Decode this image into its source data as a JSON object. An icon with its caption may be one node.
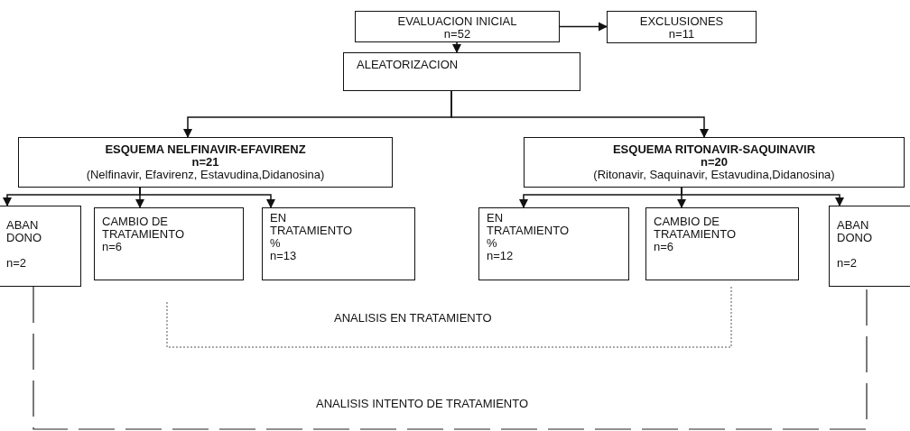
{
  "diagram": {
    "nodes": [
      {
        "text": [
          "EVALUACION INICIAL",
          "n=52"
        ]
      },
      {
        "text": [
          "EXCLUSIONES",
          "n=11"
        ]
      },
      {
        "text": [
          "ALEATORIZACION"
        ]
      },
      {
        "text": [
          "ESQUEMA NELFINAVIR-EFAVIRENZ",
          "n=21",
          "(Nelfinavir, Efavirenz, Estavudina,Didanosina)"
        ]
      },
      {
        "text": [
          "ESQUEMA RITONAVIR-SAQUINAVIR",
          "n=20",
          "(Ritonavir, Saquinavir, Estavudina,Didanosina)"
        ]
      },
      {
        "text": [
          "ABAN DONO",
          "n=2"
        ]
      },
      {
        "text": [
          "CAMBIO DE TRATAMIENTO",
          "n=6"
        ]
      },
      {
        "text": [
          "EN TRATAMIENTO %",
          "n=13"
        ]
      },
      {
        "text": [
          "EN TRATAMIENTO %",
          "n=12"
        ]
      },
      {
        "text": [
          "CAMBIO DE TRATAMIENTO",
          "n=6"
        ]
      },
      {
        "text": [
          "ABAN DONO",
          "n=2"
        ]
      }
    ],
    "edges": [
      {
        "from": 0,
        "to": 1,
        "arrow": "to"
      },
      {
        "from": 0,
        "to": 2,
        "arrow": "to"
      },
      {
        "from": 2,
        "to": 3,
        "arrow": "to"
      },
      {
        "from": 2,
        "to": 4,
        "arrow": "to"
      },
      {
        "from": 3,
        "to": 5,
        "arrow": "to"
      },
      {
        "from": 3,
        "to": 6,
        "arrow": "to"
      },
      {
        "from": 3,
        "to": 7,
        "arrow": "to"
      },
      {
        "from": 4,
        "to": 8,
        "arrow": "to"
      },
      {
        "from": 4,
        "to": 9,
        "arrow": "to"
      },
      {
        "from": 4,
        "to": 10,
        "arrow": "to"
      }
    ],
    "labels": [
      "ANALISIS EN TRATAMIENTO",
      "ANALISIS INTENTO DE TRATAMIENTO"
    ]
  }
}
